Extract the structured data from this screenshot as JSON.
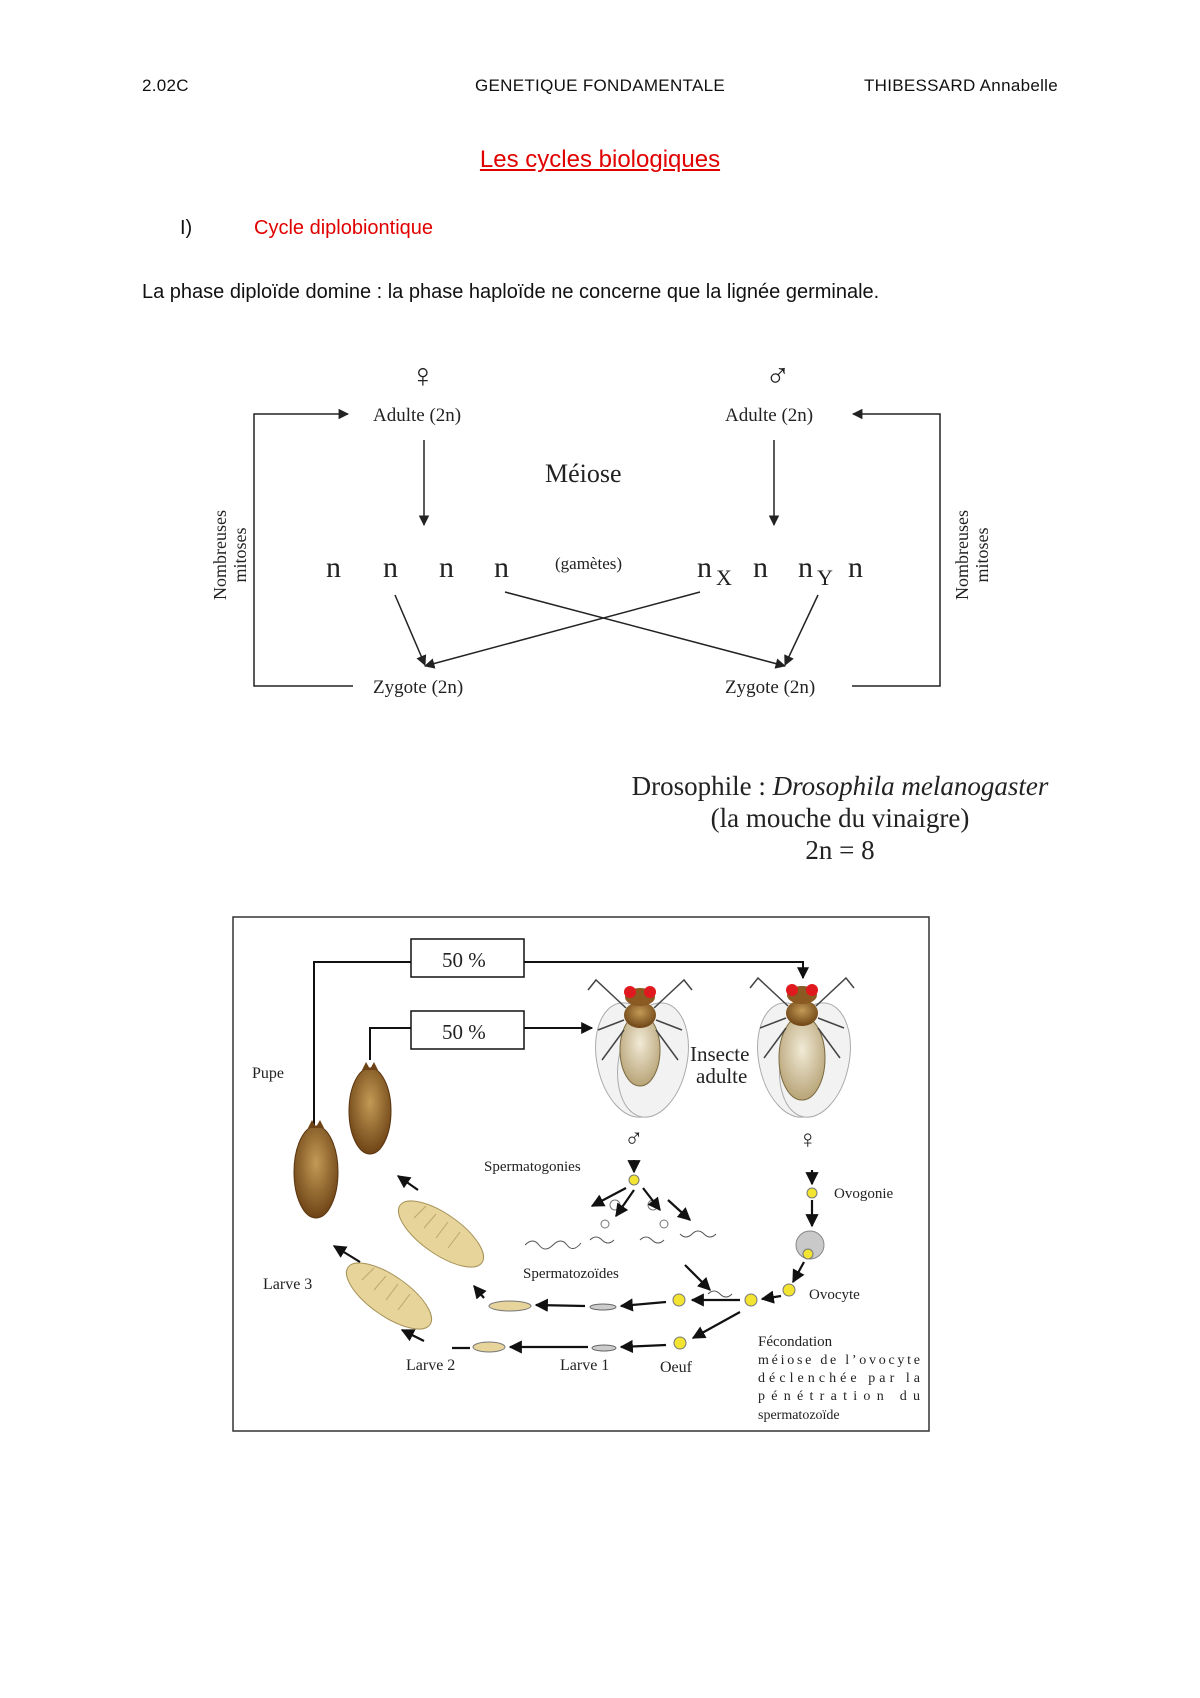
{
  "header": {
    "code": "2.02C",
    "course": "GENETIQUE FONDAMENTALE",
    "author": "THIBESSARD Annabelle"
  },
  "title": "Les cycles biologiques",
  "section": {
    "number": "I)",
    "title": "Cycle diplobiontique"
  },
  "intro": "La phase diploïde domine : la phase haploïde ne concerne que la lignée germinale.",
  "cycle_diagram": {
    "female_symbol": "♀",
    "male_symbol": "♂",
    "female_adult": "Adulte (2n)",
    "male_adult": "Adulte (2n)",
    "meiosis": "Méiose",
    "gametes_label": "(gamètes)",
    "gamete_n": "n",
    "x_sub": "X",
    "y_sub": "Y",
    "zygote_left": "Zygote (2n)",
    "zygote_right": "Zygote (2n)",
    "mitoses_line1": "Nombreuses",
    "mitoses_line2": "mitoses"
  },
  "drosophila": {
    "common_name": "Drosophile : ",
    "latin_name": "Drosophila melanogaster",
    "nickname": "(la mouche du vinaigre)",
    "chromosomes": "2n  = 8"
  },
  "fly_cycle": {
    "percent_top": "50 %",
    "percent_mid": "50 %",
    "pupe": "Pupe",
    "insecte_line1": "Insecte",
    "insecte_line2": "adulte",
    "male_symbol": "♂",
    "female_symbol": "♀",
    "spermatogonies": "Spermatogonies",
    "ovogonie": "Ovogonie",
    "spermatozoides": "Spermatozoïdes",
    "ovocyte": "Ovocyte",
    "larve3": "Larve 3",
    "larve2": "Larve 2",
    "larve1": "Larve 1",
    "oeuf": "Oeuf",
    "fecondation": "Fécondation",
    "fec_line1": "méiose de l’ovocyte",
    "fec_line2": "déclenchée par la",
    "fec_line3": "pénétration du",
    "fec_line4": "spermatozoïde"
  },
  "colors": {
    "red_heading": "#e00000",
    "fly_body": "#9a6a2a",
    "larva": "#e6d49a",
    "gamete": "#f2e431"
  }
}
